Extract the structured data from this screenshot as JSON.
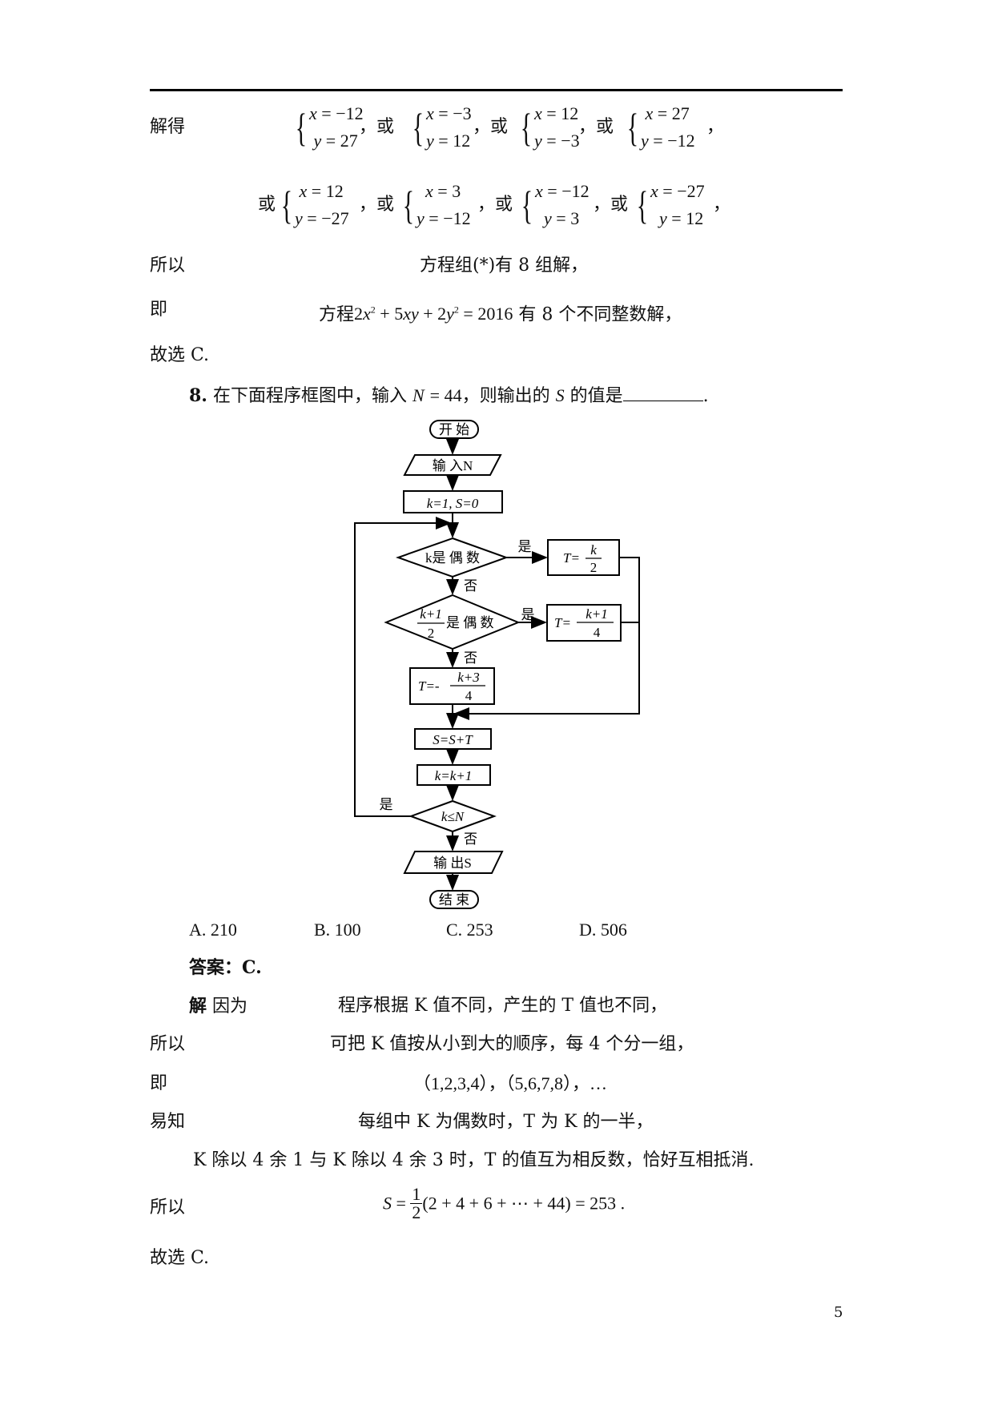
{
  "header": {
    "rule": true
  },
  "solution7": {
    "label_jiede": "解得",
    "or": "或",
    "comma": "，",
    "systems_row1": [
      {
        "x": "−12",
        "y": "27"
      },
      {
        "x": "−3",
        "y": "12"
      },
      {
        "x": "12",
        "y": "−3"
      },
      {
        "x": "27",
        "y": "−12"
      }
    ],
    "systems_row2": [
      {
        "x": "12",
        "y": "−27"
      },
      {
        "x": "3",
        "y": "−12"
      },
      {
        "x": "−12",
        "y": "3"
      },
      {
        "x": "−27",
        "y": "12"
      }
    ],
    "line_suoyi_label": "所以",
    "line_suoyi_text": "方程组(*)有 8 组解，",
    "line_ji_label": "即",
    "line_ji_pre": "方程",
    "line_ji_eq": "2x² + 5xy + 2y² = 2016",
    "line_ji_post": "有 8 个不同整数解，",
    "conclusion": "故选 C."
  },
  "question8": {
    "number": "8.",
    "text_pre": "在下面程序框图中，输入",
    "input_eq": "N = 44",
    "text_post": "，则输出的",
    "var_s": "S",
    "text_end": "的值是",
    "period": ".",
    "flowchart": {
      "start": "开 始",
      "input": "输 入N",
      "init": "k=1, S=0",
      "cond1": "k是 偶 数",
      "cond1_yes": "是",
      "cond1_no": "否",
      "box1": "T=k/2",
      "cond2": "(k+1)/2是 偶 数",
      "cond2_yes": "是",
      "cond2_no": "否",
      "box2": "T=(k+1)/4",
      "box3": "T=-(k+3)/4",
      "accumulate": "S=S+T",
      "increment": "k=k+1",
      "cond3": "k≤N",
      "cond3_yes": "是",
      "cond3_no": "否",
      "output": "输 出S",
      "end": "结 束"
    },
    "options": [
      {
        "label": "A. 210"
      },
      {
        "label": "B. 100"
      },
      {
        "label": "C. 253"
      },
      {
        "label": "D. 506"
      }
    ],
    "answer": "答案：C.",
    "solution": {
      "jie": "解",
      "yinwei": "因为",
      "line1": "程序根据 K 值不同，产生的 T 值也不同，",
      "suoyi1_label": "所以",
      "line2": "可把 K 值按从小到大的顺序，每 4 个分一组，",
      "ji_label": "即",
      "line3": "（1,2,3,4），（5,6,7,8），…",
      "yizhi_label": "易知",
      "line4": "每组中 K 为偶数时，T 为 K 的一半，",
      "line5": "K 除以 4 余 1 与 K 除以 4 余 3 时，T 的值互为相反数，恰好互相抵消.",
      "suoyi2_label": "所以",
      "formula_lhs": "S =",
      "formula_num": "1",
      "formula_den": "2",
      "formula_rhs": "(2 + 4 + 6 + ⋯ + 44) = 253 .",
      "conclusion": "故选 C."
    }
  },
  "footer": {
    "page_number": "5"
  }
}
